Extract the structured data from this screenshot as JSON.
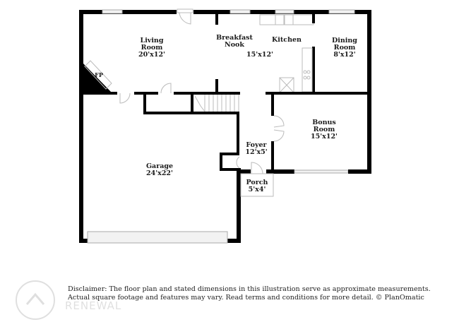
{
  "rooms": {
    "living": {
      "name": "Living Room",
      "line1": "Living",
      "line2": "Room",
      "dims": "20'x12'"
    },
    "nook": {
      "name": "Breakfast Nook",
      "line1": "Breakfast",
      "line2": "Nook"
    },
    "kitchen": {
      "name": "Kitchen",
      "line1": "Kitchen",
      "dims": "15'x12'"
    },
    "dining": {
      "name": "Dining Room",
      "line1": "Dining",
      "line2": "Room",
      "dims": "8'x12'"
    },
    "bonus": {
      "name": "Bonus Room",
      "line1": "Bonus",
      "line2": "Room",
      "dims": "15'x12'"
    },
    "foyer": {
      "name": "Foyer",
      "line1": "Foyer",
      "dims": "12'x5'"
    },
    "porch": {
      "name": "Porch",
      "line1": "Porch",
      "dims": "5'x4'"
    },
    "garage": {
      "name": "Garage",
      "line1": "Garage",
      "dims": "24'x22'"
    }
  },
  "fixtures": {
    "fireplace": "FP"
  },
  "disclaimer": {
    "line1": "Disclaimer: The floor plan and stated dimensions in this illustration serve as approximate measurements.",
    "line2": "Actual square footage and features may vary. Read terms and conditions for more detail. © PlanOmatic"
  },
  "watermark": {
    "text": "RENEWAL"
  }
}
